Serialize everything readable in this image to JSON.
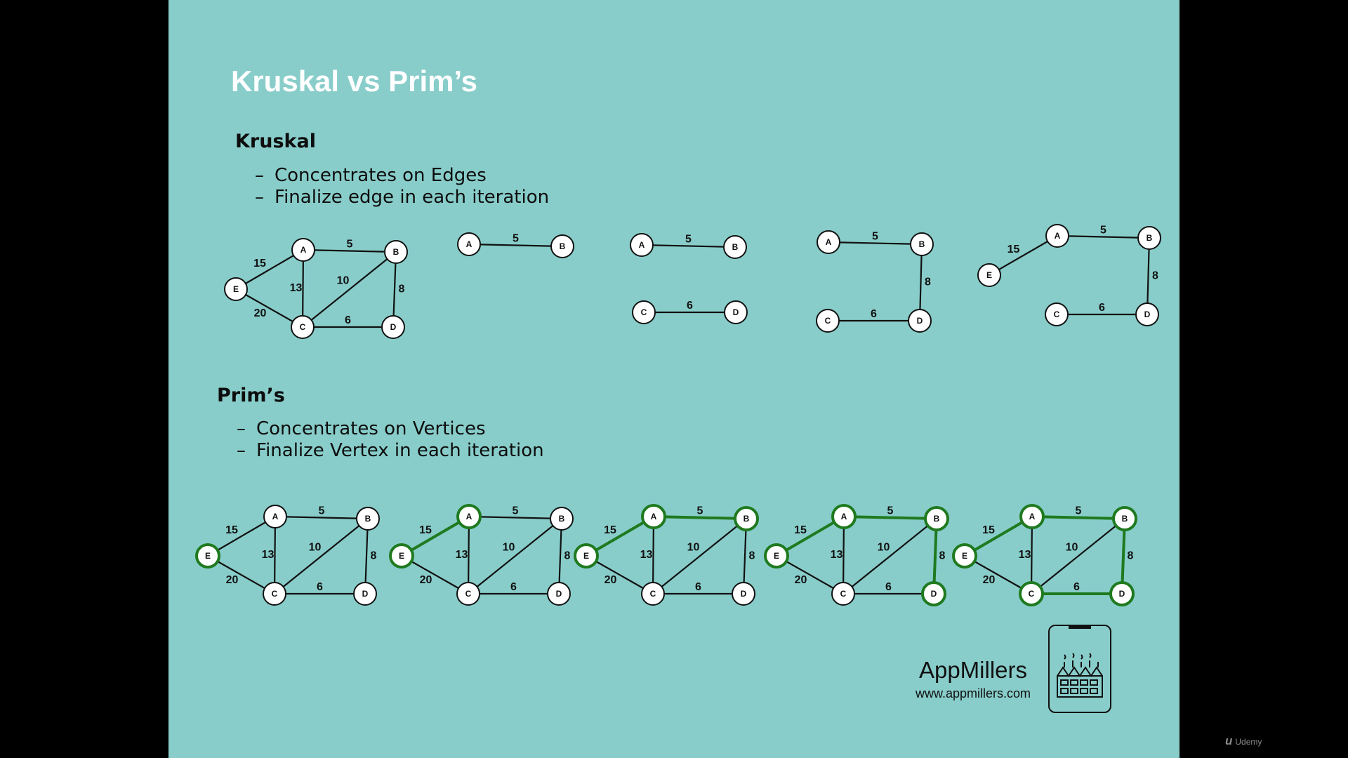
{
  "slide": {
    "title": "Kruskal vs Prim’s",
    "colors": {
      "background": "#88cdca",
      "outside": "#000000",
      "title": "#ffffff",
      "highlight": "#1f7a1f"
    }
  },
  "kruskal": {
    "heading": "Kruskal",
    "bullets": [
      "Concentrates on Edges",
      "Finalize edge in each iteration"
    ]
  },
  "prims": {
    "heading": "Prim’s",
    "bullets": [
      "Concentrates on Vertices",
      "Finalize Vertex in each iteration"
    ]
  },
  "graph": {
    "vertices": [
      "A",
      "B",
      "C",
      "D",
      "E"
    ],
    "edges": [
      {
        "from": "E",
        "to": "A",
        "weight": "15"
      },
      {
        "from": "A",
        "to": "B",
        "weight": "5"
      },
      {
        "from": "A",
        "to": "C",
        "weight": "13"
      },
      {
        "from": "C",
        "to": "B",
        "weight": "10"
      },
      {
        "from": "B",
        "to": "D",
        "weight": "8"
      },
      {
        "from": "C",
        "to": "D",
        "weight": "6"
      },
      {
        "from": "E",
        "to": "C",
        "weight": "20"
      }
    ]
  },
  "kruskal_steps": [
    {
      "edges": [
        "E-A",
        "A-B",
        "A-C",
        "C-B",
        "B-D",
        "C-D",
        "E-C"
      ],
      "vertices": [
        "A",
        "B",
        "C",
        "D",
        "E"
      ]
    },
    {
      "edges": [
        "A-B"
      ],
      "vertices": [
        "A",
        "B"
      ]
    },
    {
      "edges": [
        "A-B",
        "C-D"
      ],
      "vertices": [
        "A",
        "B",
        "C",
        "D"
      ]
    },
    {
      "edges": [
        "A-B",
        "B-D",
        "C-D"
      ],
      "vertices": [
        "A",
        "B",
        "C",
        "D"
      ]
    },
    {
      "edges": [
        "E-A",
        "A-B",
        "B-D",
        "C-D"
      ],
      "vertices": [
        "A",
        "B",
        "C",
        "D",
        "E"
      ]
    }
  ],
  "prims_steps": [
    {
      "highlight_vertices": [
        "E"
      ],
      "highlight_edges": []
    },
    {
      "highlight_vertices": [
        "E",
        "A"
      ],
      "highlight_edges": [
        "E-A"
      ]
    },
    {
      "highlight_vertices": [
        "E",
        "A",
        "B"
      ],
      "highlight_edges": [
        "E-A",
        "A-B"
      ]
    },
    {
      "highlight_vertices": [
        "E",
        "A",
        "B",
        "D"
      ],
      "highlight_edges": [
        "E-A",
        "A-B",
        "B-D"
      ]
    },
    {
      "highlight_vertices": [
        "E",
        "A",
        "B",
        "D",
        "C"
      ],
      "highlight_edges": [
        "E-A",
        "A-B",
        "B-D",
        "C-D"
      ]
    }
  ],
  "brand": {
    "name": "AppMillers",
    "url": "www.appmillers.com",
    "logo_icon": "factory-phone-icon"
  },
  "watermark": {
    "text": "Udemy",
    "icon": "udemy-logo-icon"
  }
}
